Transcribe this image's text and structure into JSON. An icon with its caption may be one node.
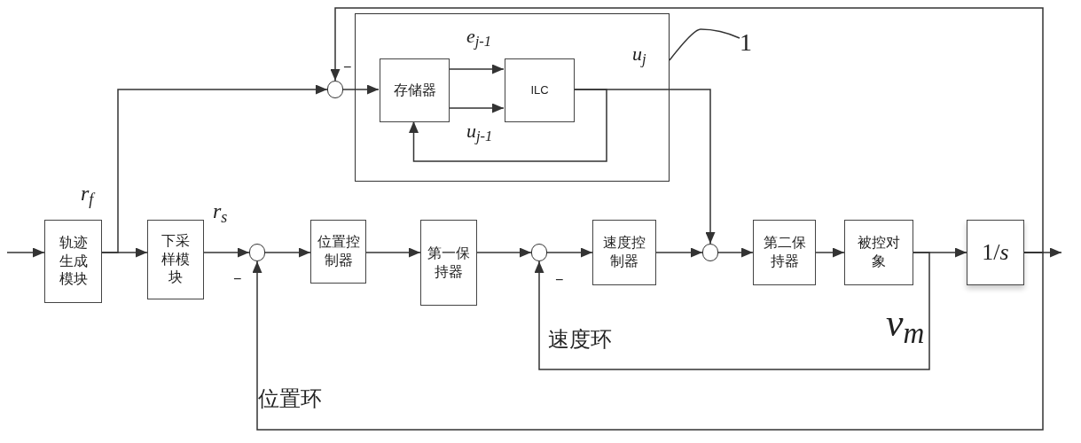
{
  "diagram": {
    "nodes": [
      {
        "text": [],
        "shape": "box"
      },
      {
        "text": [
          "存储器"
        ],
        "in": 0
      },
      {
        "text": [
          "ILC"
        ],
        "in": 0
      },
      {
        "text": [
          "1"
        ]
      },
      {
        "text": [],
        "shape": "circle"
      },
      {
        "text": [
          "轨迹生成模块"
        ]
      },
      {
        "text": [
          "下采样模块"
        ]
      },
      {
        "text": [],
        "shape": "circle"
      },
      {
        "text": [
          "位置控制器"
        ]
      },
      {
        "text": [
          "第一保持器"
        ]
      },
      {
        "text": [],
        "shape": "circle"
      },
      {
        "text": [
          "速度控制器"
        ]
      },
      {
        "text": [],
        "shape": "circle"
      },
      {
        "text": [
          "第二保持器"
        ]
      },
      {
        "text": [
          "被控对象"
        ]
      },
      {
        "text": [
          "1/*s*"
        ]
      }
    ],
    "edges": [
      {
        "from": null,
        "to": 5,
        "arrow": "to"
      },
      {
        "from": 5,
        "to": 6,
        "arrow": "to"
      },
      {
        "from": 5,
        "to": 4,
        "arrow": "to"
      },
      {
        "from": 6,
        "to": 7,
        "arrow": "to"
      },
      {
        "from": 7,
        "to": 8,
        "arrow": "to"
      },
      {
        "from": 8,
        "to": 9,
        "arrow": "to"
      },
      {
        "from": 9,
        "to": 10,
        "arrow": "to"
      },
      {
        "from": 10,
        "to": 11,
        "arrow": "to"
      },
      {
        "from": 11,
        "to": 12,
        "arrow": "to"
      },
      {
        "from": 12,
        "to": 13,
        "arrow": "to"
      },
      {
        "from": 13,
        "to": 14,
        "arrow": "to"
      },
      {
        "from": 14,
        "to": 15,
        "arrow": "to"
      },
      {
        "from": 15,
        "to": null,
        "arrow": "to"
      },
      {
        "from": 15,
        "to": 4,
        "arrow": "to"
      },
      {
        "from": 15,
        "to": 7,
        "arrow": "to"
      },
      {
        "from": 14,
        "to": 10,
        "arrow": "to"
      },
      {
        "from": 4,
        "to": 1,
        "arrow": "to"
      },
      {
        "from": 1,
        "to": 2,
        "arrow": "to",
        "label": "e$_{j-1}$"
      },
      {
        "from": 1,
        "to": 2,
        "arrow": "to",
        "label": "u$_{j-1}$"
      },
      {
        "from": 2,
        "to": 12,
        "arrow": "to",
        "label": "u$_{j}$"
      },
      {
        "from": 2,
        "to": 1,
        "arrow": "to"
      },
      {
        "from": 3,
        "to": 0,
        "arrow": "none"
      }
    ],
    "labels": [
      "−",
      "r$_{f}$",
      "r$_{s}$",
      "−",
      "−",
      "v$_{m}$",
      "速度环",
      "位置环"
    ]
  }
}
